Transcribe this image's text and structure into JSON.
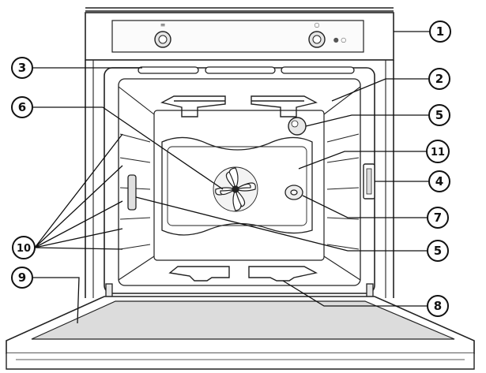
{
  "diagram": {
    "subject": "built-in oven front view with door open",
    "callouts": [
      {
        "id": "c1",
        "number": "1"
      },
      {
        "id": "c2",
        "number": "2"
      },
      {
        "id": "c3",
        "number": "3"
      },
      {
        "id": "c4",
        "number": "4"
      },
      {
        "id": "c5a",
        "number": "5"
      },
      {
        "id": "c5b",
        "number": "5"
      },
      {
        "id": "c6",
        "number": "6"
      },
      {
        "id": "c7",
        "number": "7"
      },
      {
        "id": "c8",
        "number": "8"
      },
      {
        "id": "c9",
        "number": "9"
      },
      {
        "id": "c10",
        "number": "10"
      },
      {
        "id": "c11",
        "number": "11"
      }
    ],
    "panel_marks": {
      "left_knob": "≡",
      "right_knob": "○",
      "indicator": "● ○"
    }
  },
  "colors": {
    "line": "#222222",
    "fill": "#ffffff",
    "shade": "#dcdcdc",
    "knob": "#e6e6e6"
  }
}
